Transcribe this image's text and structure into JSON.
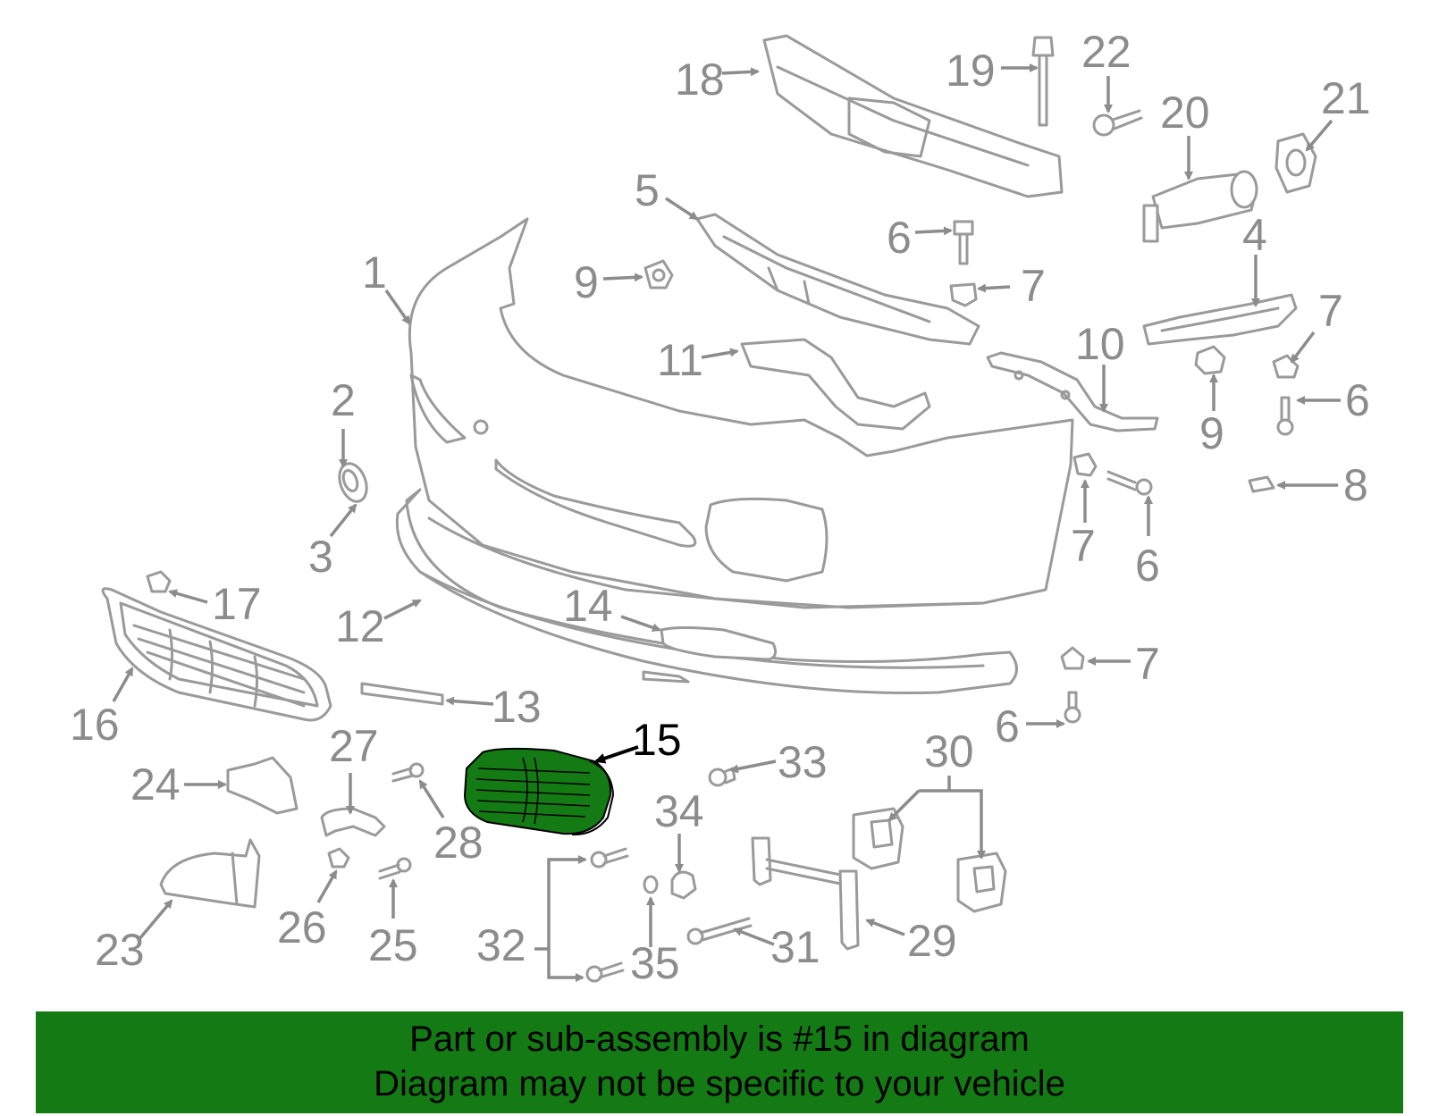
{
  "callouts": {
    "n1": "1",
    "n2": "2",
    "n3": "3",
    "n4": "4",
    "n5": "5",
    "n6a": "6",
    "n6b": "6",
    "n6c": "6",
    "n6d": "6",
    "n7a": "7",
    "n7b": "7",
    "n7c": "7",
    "n7d": "7",
    "n8": "8",
    "n9a": "9",
    "n9b": "9",
    "n10": "10",
    "n11": "11",
    "n12": "12",
    "n13": "13",
    "n14": "14",
    "n15": "15",
    "n16": "16",
    "n17": "17",
    "n18": "18",
    "n19": "19",
    "n20": "20",
    "n21": "21",
    "n22": "22",
    "n23": "23",
    "n24": "24",
    "n25": "25",
    "n26": "26",
    "n27": "27",
    "n28": "28",
    "n29": "29",
    "n30": "30",
    "n31": "31",
    "n32": "32",
    "n33": "33",
    "n34": "34",
    "n35": "35"
  },
  "highlighted_part": "15",
  "colors": {
    "highlight": "#137a14",
    "banner": "#137a14",
    "line_art": "#9a9a9a"
  },
  "banner": {
    "line1": "Part or sub-assembly is #15 in diagram",
    "line2": "Diagram may not be specific to your vehicle"
  }
}
